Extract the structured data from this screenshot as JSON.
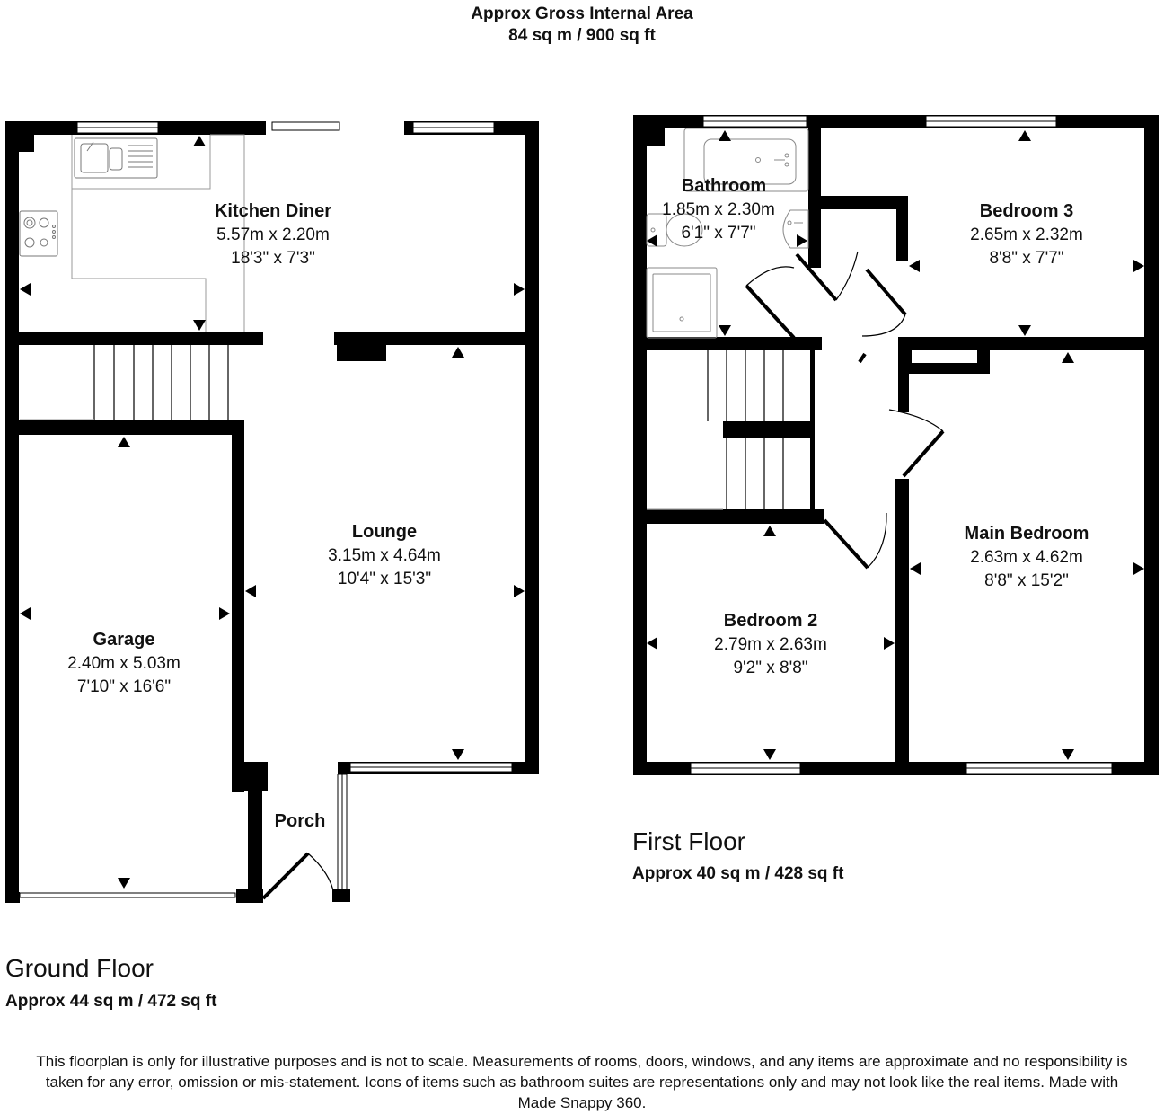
{
  "header": {
    "line1": "Approx Gross Internal Area",
    "line2": "84 sq m / 900 sq ft"
  },
  "ground_floor": {
    "title": "Ground Floor",
    "area": "Approx 44 sq m / 472 sq ft",
    "rooms": {
      "kitchen": {
        "name": "Kitchen Diner",
        "metric": "5.57m x 2.20m",
        "imperial": "18'3\" x 7'3\""
      },
      "lounge": {
        "name": "Lounge",
        "metric": "3.15m x 4.64m",
        "imperial": "10'4\" x 15'3\""
      },
      "garage": {
        "name": "Garage",
        "metric": "2.40m x 5.03m",
        "imperial": "7'10\" x 16'6\""
      },
      "porch": {
        "name": "Porch"
      }
    }
  },
  "first_floor": {
    "title": "First Floor",
    "area": "Approx 40 sq m / 428 sq ft",
    "rooms": {
      "bathroom": {
        "name": "Bathroom",
        "metric": "1.85m x 2.30m",
        "imperial": "6'1\" x 7'7\""
      },
      "bedroom3": {
        "name": "Bedroom 3",
        "metric": "2.65m x 2.32m",
        "imperial": "8'8\" x 7'7\""
      },
      "main_bedroom": {
        "name": "Main Bedroom",
        "metric": "2.63m x 4.62m",
        "imperial": "8'8\" x 15'2\""
      },
      "bedroom2": {
        "name": "Bedroom 2",
        "metric": "2.79m x 2.63m",
        "imperial": "9'2\" x 8'8\""
      }
    }
  },
  "disclaimer": "This floorplan is only for illustrative purposes and is not to scale. Measurements of rooms, doors, windows, and any items are approximate and no responsibility is taken for any error, omission or mis-statement. Icons of items such as bathroom suites are representations only and may not look like the real items. Made with Made Snappy 360.",
  "colors": {
    "wall": "#000000",
    "fixture": "#888888",
    "background": "#ffffff"
  }
}
